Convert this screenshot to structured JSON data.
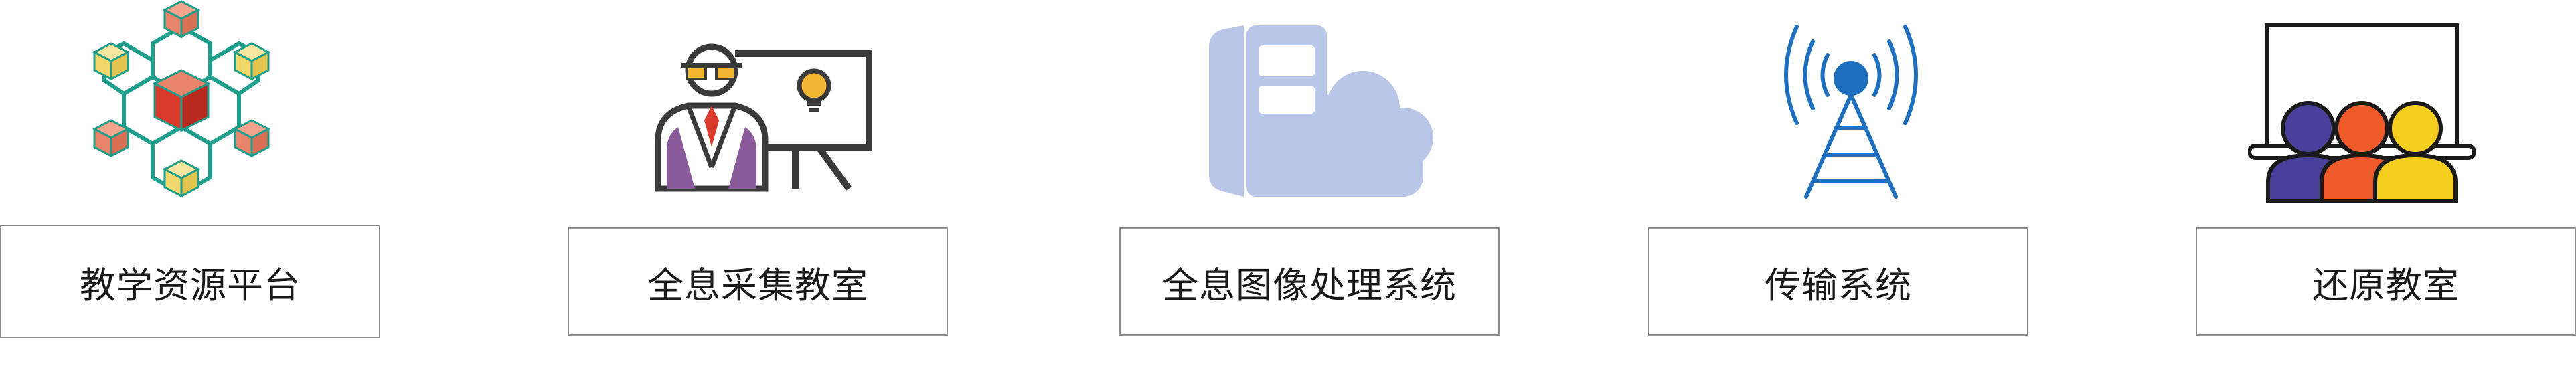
{
  "flow": {
    "steps": [
      {
        "label": "教学资源平台",
        "icon": "hexagon-cube-network-icon"
      },
      {
        "label": "全息采集教室",
        "icon": "presenter-with-board-icon"
      },
      {
        "label": "全息图像处理系统",
        "icon": "server-cloud-icon"
      },
      {
        "label": "传输系统",
        "icon": "signal-tower-icon"
      },
      {
        "label": "还原教室",
        "icon": "classroom-audience-icon"
      }
    ]
  },
  "colors": {
    "box_border": "#8c8c8c",
    "hex_teal": "#1f9e8c",
    "cube_red": "#d93a2b",
    "cube_salmon": "#e8846a",
    "cube_yellow": "#f2d86a",
    "presenter_dark": "#3a3a3a",
    "presenter_purple": "#8a5a9a",
    "presenter_yellow": "#f2b632",
    "cloud_lavender": "#b9c6e8",
    "tower_blue": "#1f6fbf",
    "audience_purple": "#4a3f9a",
    "audience_orange": "#ef5a2a",
    "audience_yellow": "#f5cf1f"
  }
}
